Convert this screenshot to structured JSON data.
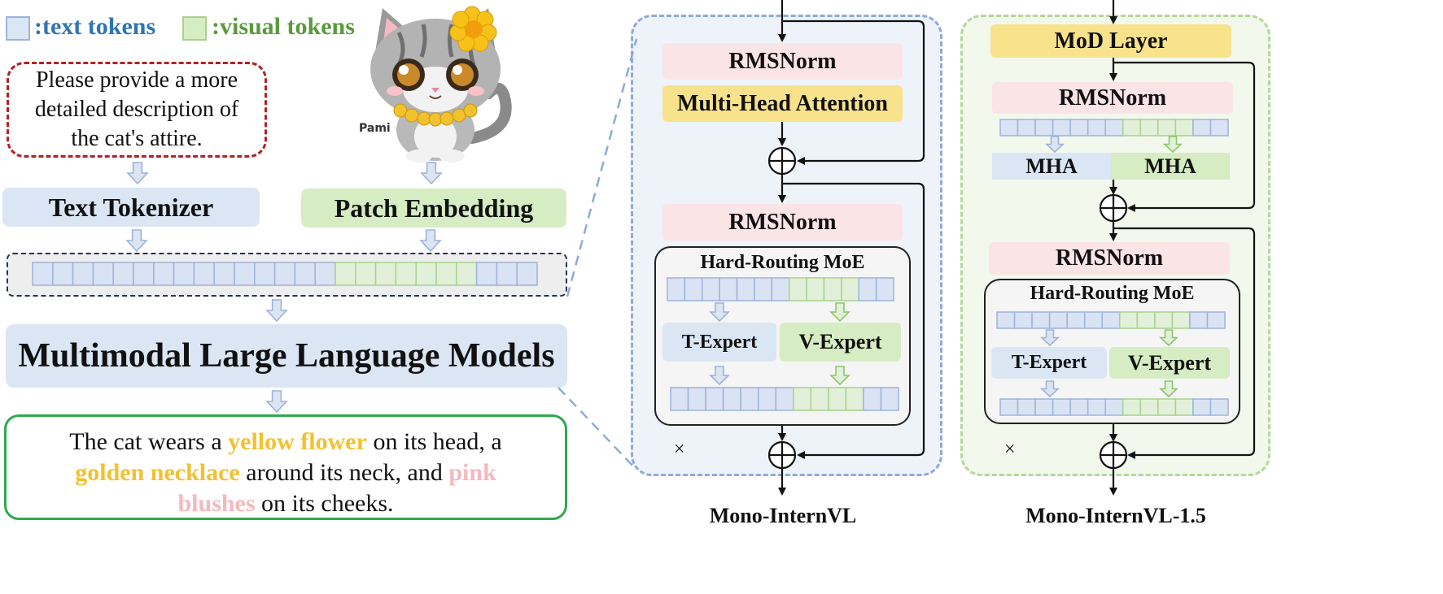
{
  "legend": {
    "text_tokens_label": ":text tokens",
    "visual_tokens_label": ":visual tokens",
    "text_color": "#2e75b6",
    "visual_color": "#5a9a3c"
  },
  "prompt": {
    "lines": [
      "Please provide a more",
      "detailed description of",
      "the cat's attire."
    ]
  },
  "cat_image": {
    "caption": "Pami"
  },
  "tokenizer": {
    "text_tokenizer": "Text Tokenizer",
    "patch_embedding": "Patch Embedding"
  },
  "mllm": {
    "label": "Multimodal Large Language Models"
  },
  "response": {
    "line1_a": "The cat wears a ",
    "line1_hl": "yellow flower",
    "line1_b": " on its head, a",
    "line2_hl": "golden necklace",
    "line2_a": " around its neck, and ",
    "line2_hl2": "pink",
    "line3_hl": "blushes",
    "line3_a": " on its cheeks.",
    "yellow_color": "#f2c12e",
    "pink_color": "#f4b9bf"
  },
  "mono_internvl": {
    "rmsnorm_1": "RMSNorm",
    "mha": "Multi-Head Attention",
    "rmsnorm_2": "RMSNorm",
    "moe_title": "Hard-Routing MoE",
    "t_expert": "T-Expert",
    "v_expert": "V-Expert",
    "repeat_mark": "×",
    "caption": "Mono-InternVL"
  },
  "mono_internvl_15": {
    "mod_layer": "MoD Layer",
    "rmsnorm_1": "RMSNorm",
    "mha_text": "MHA",
    "mha_visual": "MHA",
    "rmsnorm_2": "RMSNorm",
    "moe_title": "Hard-Routing MoE",
    "t_expert": "T-Expert",
    "v_expert": "V-Expert",
    "repeat_mark": "×",
    "caption": "Mono-InternVL-1.5"
  }
}
